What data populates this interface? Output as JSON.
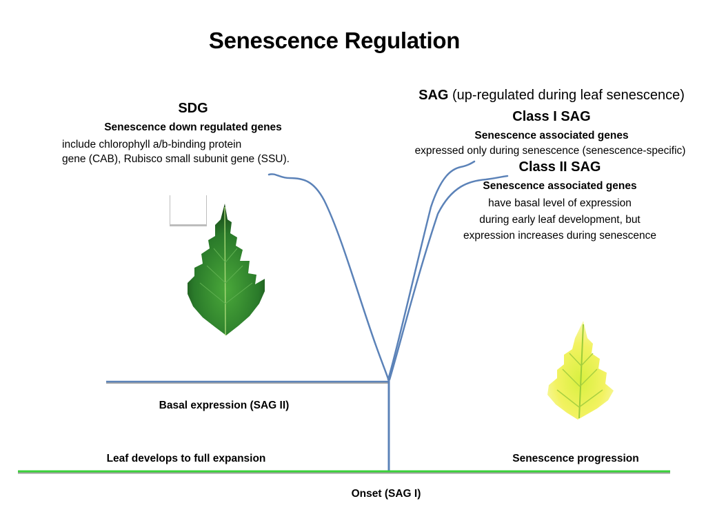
{
  "title": "Senescence Regulation",
  "sdg": {
    "heading": "SDG",
    "subheading": "Senescence down regulated genes",
    "description_lines": [
      "include chlorophyll a/b-binding protein",
      "gene (CAB), Rubisco small subunit gene (SSU)."
    ]
  },
  "sag": {
    "heading_bold": "SAG",
    "heading_rest": " (up-regulated during leaf senescence)",
    "class1": {
      "heading": "Class I SAG",
      "subheading": "Senescence associated genes",
      "description": "expressed only during senescence (senescence-specific)"
    },
    "class2": {
      "heading": "Class II SAG",
      "subheading": "Senescence associated genes",
      "description_lines": [
        "have basal level of expression",
        "during early leaf development, but",
        "expression increases during senescence"
      ]
    }
  },
  "labels": {
    "basal_expression": "Basal expression (SAG II)",
    "leaf_develops": "Leaf develops to full expansion",
    "senescence_progression": "Senescence progression",
    "onset": "Onset (SAG I)"
  },
  "images": {
    "green_leaf": "green-leaf (healthy, full expansion)",
    "yellow_leaf": "yellow-leaf (senescing)"
  },
  "colors": {
    "curve": "#5b82b8",
    "timeline": "#3ad13a",
    "timeline_shadow": "#a0a0a0",
    "leaf_green": "#2e8b2e",
    "leaf_yellow": "#f0f060"
  }
}
